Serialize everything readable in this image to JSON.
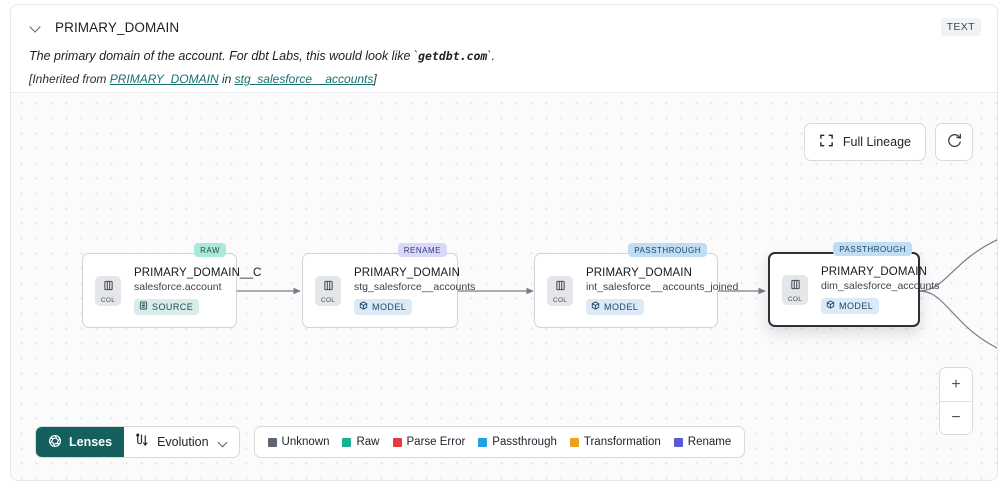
{
  "header": {
    "collapse_icon": "chevron-down-icon",
    "title": "PRIMARY_DOMAIN",
    "type_badge": "TEXT",
    "description_lead": "The primary domain of the account. For dbt Labs, this would look like `",
    "description_code": "getdbt.com",
    "description_tail": "`.",
    "inherited_prefix": "[Inherited from ",
    "inherited_column": "PRIMARY_DOMAIN",
    "inherited_middle": " in ",
    "inherited_model": "stg_salesforce__accounts",
    "inherited_suffix": "]"
  },
  "toolbar": {
    "full_lineage_label": "Full Lineage",
    "full_lineage_icon": "expand-brackets-icon",
    "refresh_icon": "refresh-icon"
  },
  "lineage": {
    "nodes": [
      {
        "tag": "RAW",
        "tag_kind": "raw",
        "chip_label": "COL",
        "chip_icon": "columns-icon",
        "title": "PRIMARY_DOMAIN__C",
        "subtitle": "salesforce.account",
        "pill_label": "SOURCE",
        "pill_kind": "source",
        "pill_icon": "database-icon",
        "selected": false
      },
      {
        "tag": "RENAME",
        "tag_kind": "rename",
        "chip_label": "COL",
        "chip_icon": "columns-icon",
        "title": "PRIMARY_DOMAIN",
        "subtitle": "stg_salesforce__accounts",
        "pill_label": "MODEL",
        "pill_kind": "model",
        "pill_icon": "cube-icon",
        "selected": false
      },
      {
        "tag": "PASSTHROUGH",
        "tag_kind": "passthrough",
        "chip_label": "COL",
        "chip_icon": "columns-icon",
        "title": "PRIMARY_DOMAIN",
        "subtitle": "int_salesforce__accounts_joined",
        "pill_label": "MODEL",
        "pill_kind": "model",
        "pill_icon": "cube-icon",
        "selected": false
      },
      {
        "tag": "PASSTHROUGH",
        "tag_kind": "passthrough",
        "chip_label": "COL",
        "chip_icon": "columns-icon",
        "title": "PRIMARY_DOMAIN",
        "subtitle": "dim_salesforce_accounts",
        "pill_label": "MODEL",
        "pill_kind": "model",
        "pill_icon": "cube-icon",
        "selected": true
      }
    ]
  },
  "bottom_bar": {
    "lenses_label": "Lenses",
    "lenses_icon": "aperture-icon",
    "evolution_label": "Evolution",
    "evolution_icon": "flow-path-icon",
    "evolution_caret": "chevron-down-icon",
    "legend": [
      {
        "label": "Unknown",
        "color": "#5d6570"
      },
      {
        "label": "Raw",
        "color": "#17b097"
      },
      {
        "label": "Parse Error",
        "color": "#e63946"
      },
      {
        "label": "Passthrough",
        "color": "#1fa3e0"
      },
      {
        "label": "Transformation",
        "color": "#f0a020"
      },
      {
        "label": "Rename",
        "color": "#5a5ad8"
      }
    ]
  },
  "zoom_controls": {
    "zoom_in_label": "+",
    "zoom_out_label": "−"
  }
}
